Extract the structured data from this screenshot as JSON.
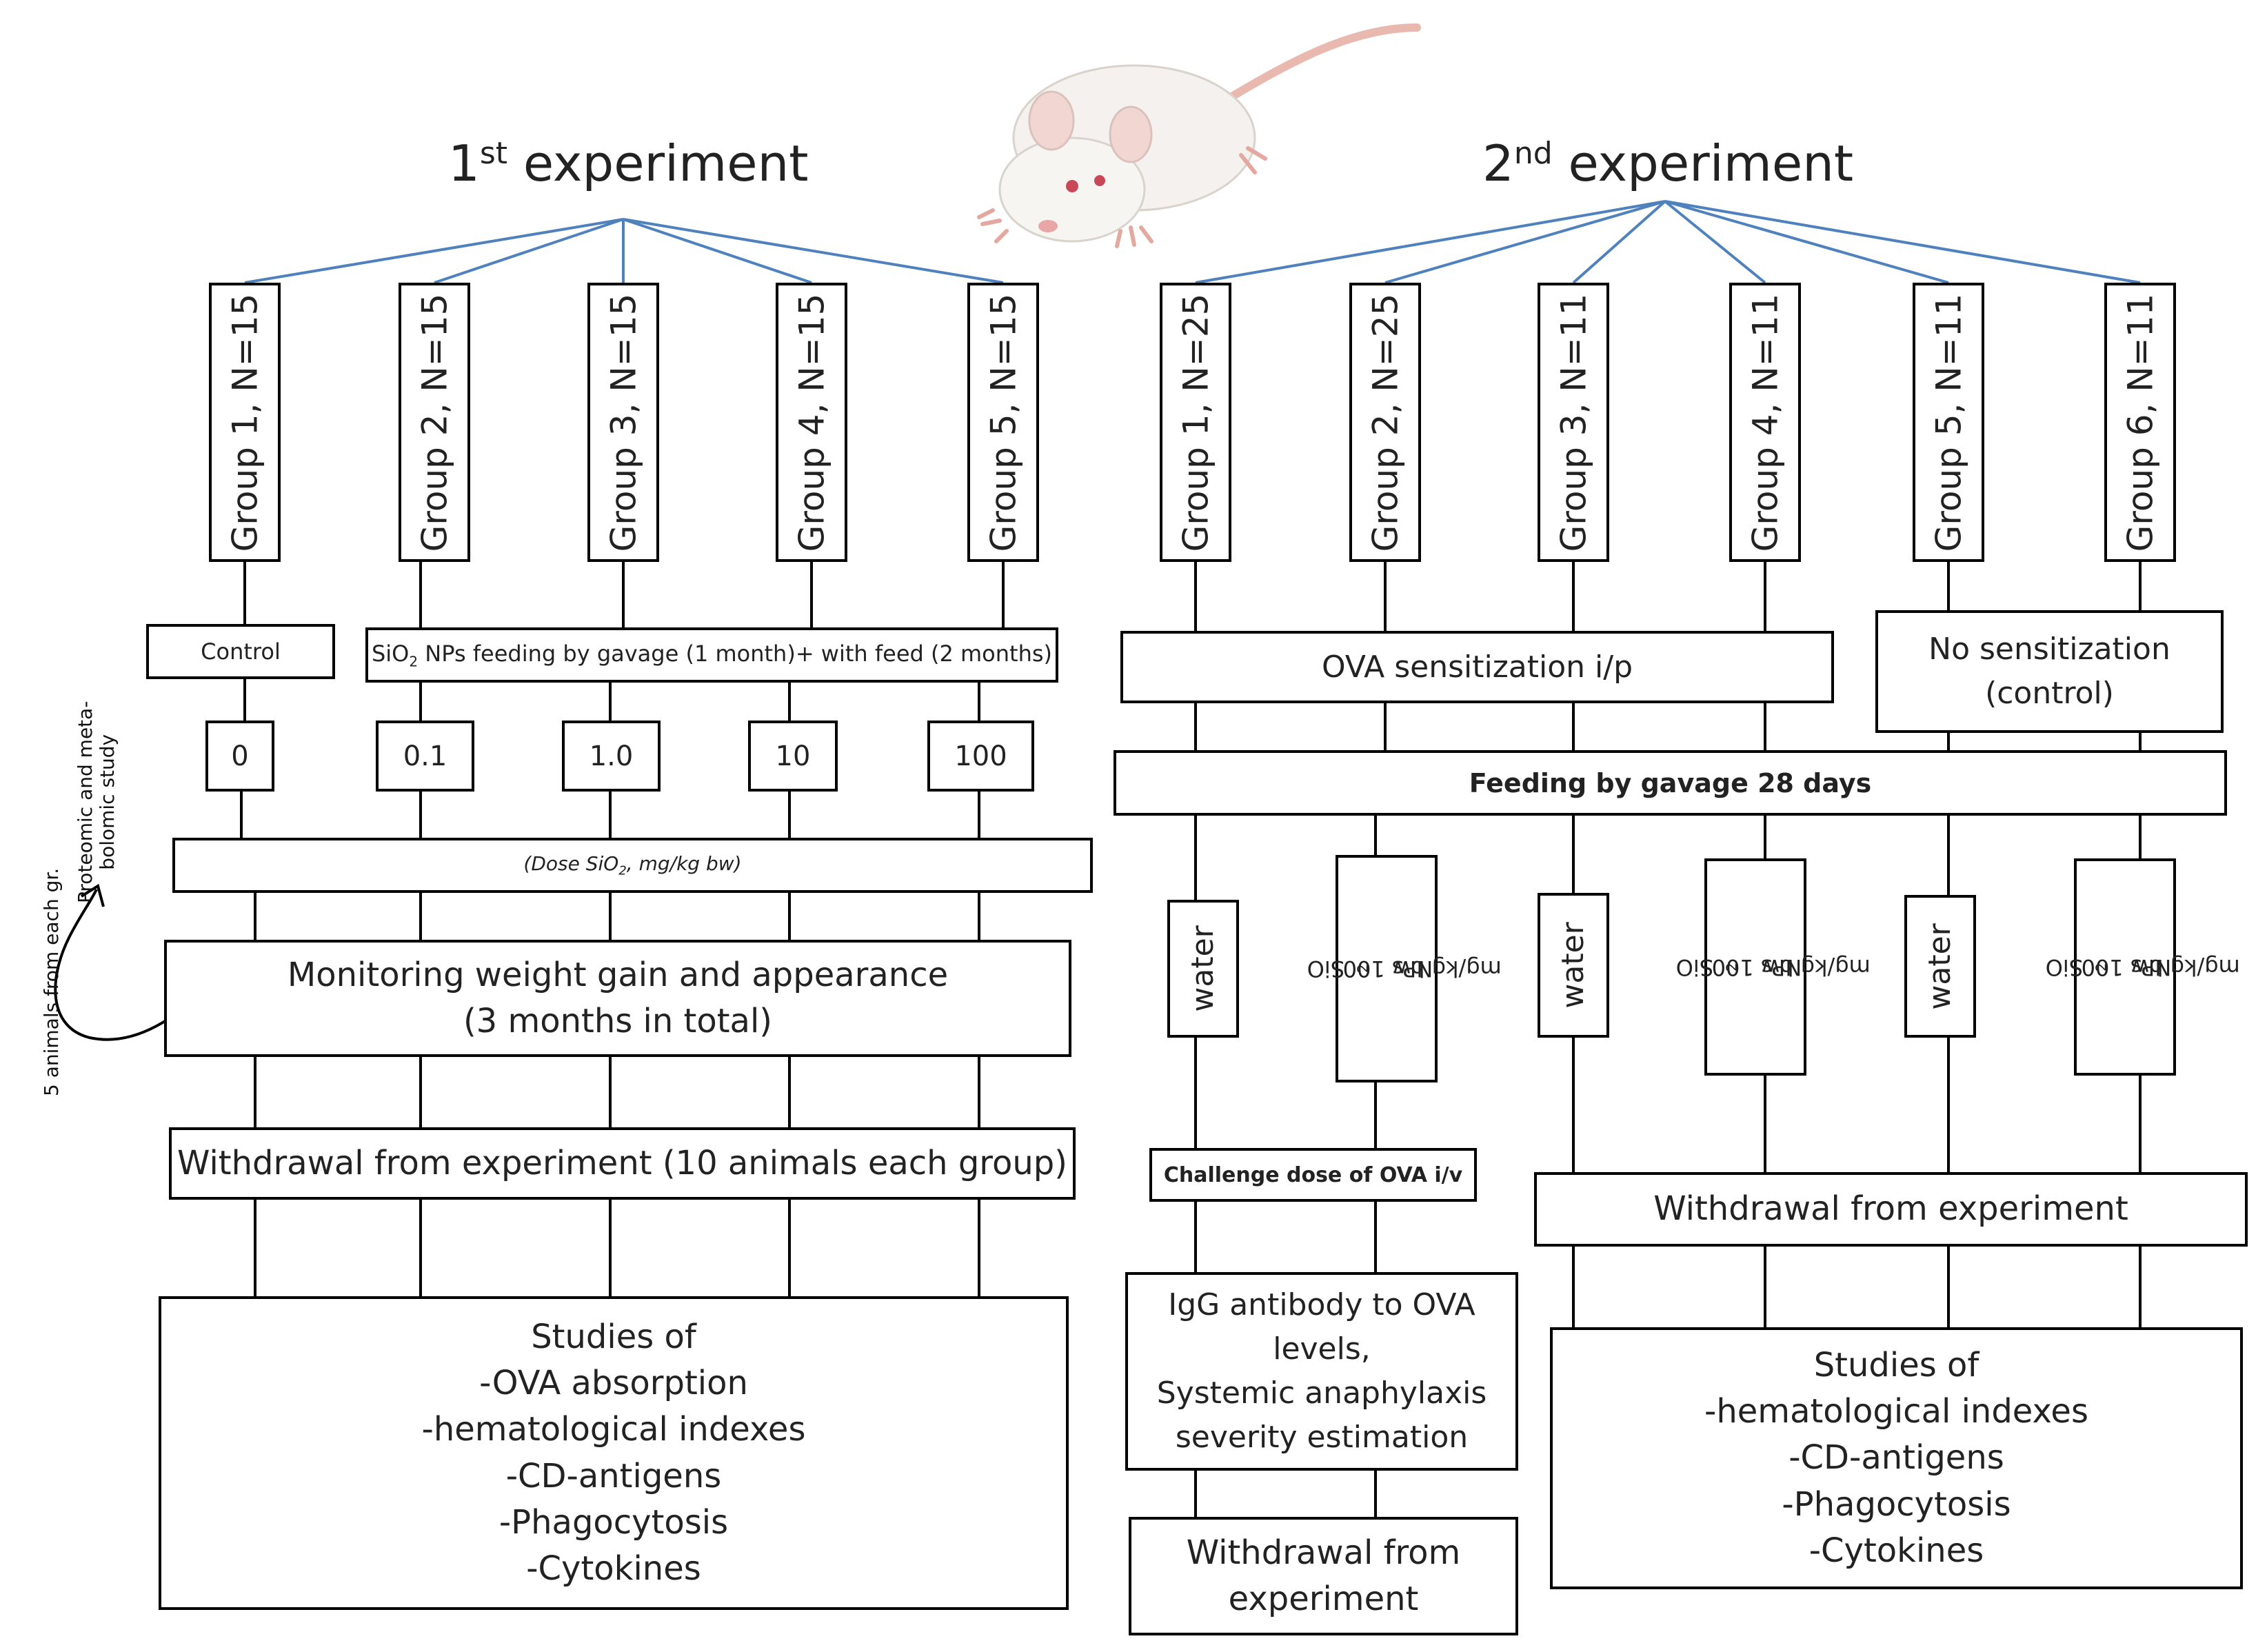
{
  "exp1": {
    "title_num": "1",
    "title_sup": "st",
    "title_rest": " experiment",
    "groups": [
      "Group 1, N=15",
      "Group 2, N=15",
      "Group 3, N=15",
      "Group 4, N=15",
      "Group 5, N=15"
    ],
    "control_label": "Control",
    "feeding_label_pre": "SiO",
    "feeding_label_sub": "2",
    "feeding_label_post": " NPs feeding by gavage (1 month)+ with feed (2 months)",
    "doses": [
      "0",
      "0.1",
      "1.0",
      "10",
      "100"
    ],
    "dose_caption_pre": "(Dose SiO",
    "dose_caption_sub": "2",
    "dose_caption_post": ", mg/kg bw)",
    "monitoring": "Monitoring weight gain and appearance\n(3 months in total)",
    "withdrawal": "Withdrawal from experiment (10 animals each group)",
    "studies": "Studies of\n-OVA absorption\n-hematological indexes\n-CD-antigens\n-Phagocytosis\n-Cytokines",
    "side_note_1": "Proteomic and meta-",
    "side_note_2": "bolomic study",
    "side_note_3": "5 animals from each gr."
  },
  "exp2": {
    "title_num": "2",
    "title_sup": "nd",
    "title_rest": " experiment",
    "groups": [
      "Group 1, N=25",
      "Group 2, N=25",
      "Group 3, N=11",
      "Group 4, N=11",
      "Group 5, N=11",
      "Group 6, N=11"
    ],
    "sensitization": "OVA sensitization i/p",
    "no_sensitization": "No sensitization\n(control)",
    "feeding": "Feeding by gavage 28 days",
    "water": "water",
    "sio2_pre": "SiO",
    "sio2_sub": "2",
    "sio2_post": "NPs 100",
    "sio2_line2": "mg/kg bw",
    "challenge": "Challenge dose of OVA i/v",
    "igg": "IgG antibody to OVA\nlevels,\nSystemic anaphylaxis\nseverity estimation",
    "withdrawal_left": "Withdrawal from\nexperiment",
    "withdrawal_right": "Withdrawal from experiment",
    "studies": "Studies of\n-hematological indexes\n-CD-antigens\n-Phagocytosis\n-Cytokines"
  },
  "colors": {
    "connector_blue": "#4f81bd",
    "rat_body": "#f4f1ee",
    "rat_tail": "#e9b8ae"
  }
}
